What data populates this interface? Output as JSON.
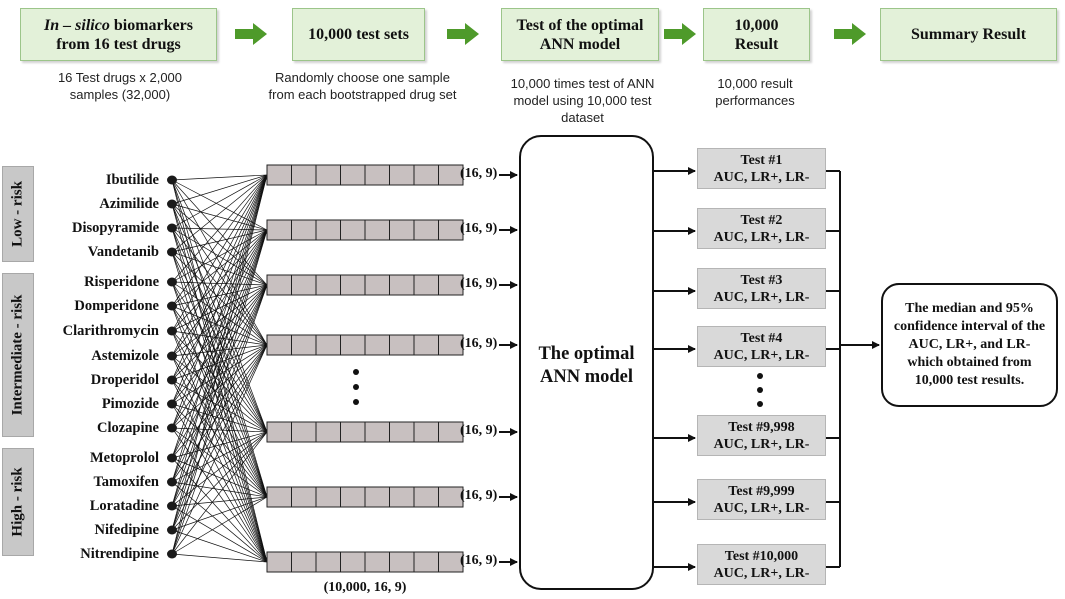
{
  "header": {
    "box1": {
      "line1_italic": "In – silico",
      "line1_rest": " biomarkers",
      "line2": "from 16 test drugs"
    },
    "box2": {
      "label": "10,000 test sets"
    },
    "box3": {
      "line1": "Test of the optimal",
      "line2": "ANN model"
    },
    "box4": {
      "line1": "10,000",
      "line2": "Result"
    },
    "box5": {
      "label": "Summary Result"
    }
  },
  "notes": {
    "note1": {
      "line1": "16 Test drugs x 2,000",
      "line2": "samples  (32,000)"
    },
    "note2": {
      "line1": "Randomly choose one sample",
      "line2": "from each bootstrapped drug set"
    },
    "note3": {
      "line1": "10,000 times test of ANN",
      "line2": "model using 10,000 test",
      "line3": "dataset"
    },
    "note4": {
      "line1": "10,000 result",
      "line2": "performances"
    }
  },
  "risk_groups": [
    {
      "label": "Low - risk"
    },
    {
      "label": "Intermediate - risk"
    },
    {
      "label": "High - risk"
    }
  ],
  "drugs": [
    "Ibutilide",
    "Azimilide",
    "Disopyramide",
    "Vandetanib",
    "Risperidone",
    "Domperidone",
    "Clarithromycin",
    "Astemizole",
    "Droperidol",
    "Pimozide",
    "Clozapine",
    "Metoprolol",
    "Tamoxifen",
    "Loratadine",
    "Nifedipine",
    "Nitrendipine"
  ],
  "test_sets": {
    "shape_label": "(16, 9)",
    "total_shape_label": "(10,000, 16, 9)"
  },
  "ann_model": {
    "line1": "The optimal",
    "line2": "ANN model",
    "icon": "brain-circuit-icon"
  },
  "tests": [
    {
      "name": "Test #1",
      "metrics": "AUC, LR+, LR-"
    },
    {
      "name": "Test #2",
      "metrics": "AUC, LR+, LR-"
    },
    {
      "name": "Test #3",
      "metrics": "AUC, LR+, LR-"
    },
    {
      "name": "Test #4",
      "metrics": "AUC, LR+, LR-"
    },
    {
      "name": "Test #9,998",
      "metrics": "AUC, LR+, LR-"
    },
    {
      "name": "Test #9,999",
      "metrics": "AUC, LR+, LR-"
    },
    {
      "name": "Test #10,000",
      "metrics": "AUC, LR+, LR-"
    }
  ],
  "summary": {
    "text": "The median and 95% confidence interval of the AUC, LR+, and LR- which obtained from 10,000 test results."
  },
  "colors": {
    "process_box_fill": "#e3f1d9",
    "arrow_green": "#4e9a2a",
    "test_box_fill": "#d9d9d9",
    "risk_bar_fill": "#c8c8c8",
    "cell_fill": "#c8c0c0"
  }
}
